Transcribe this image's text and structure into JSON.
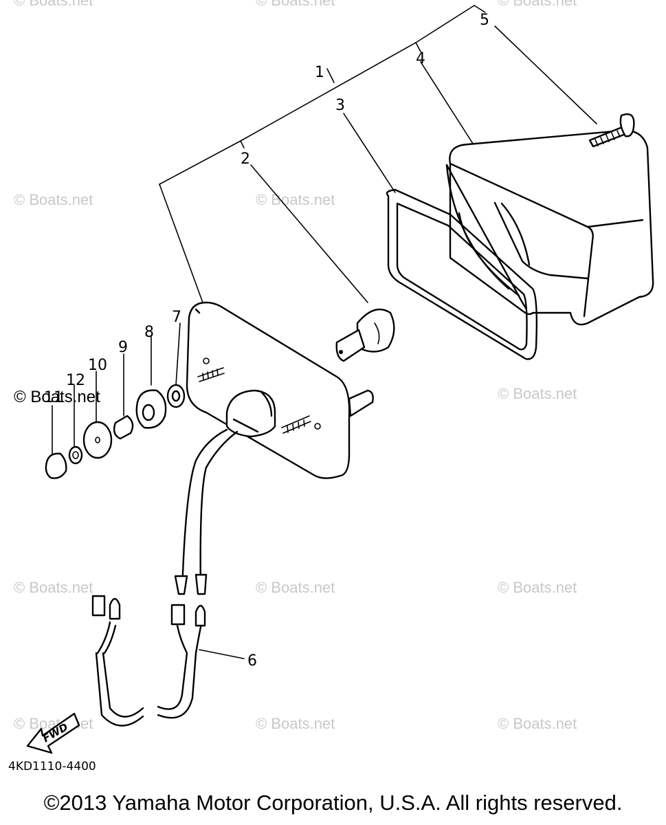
{
  "callouts": [
    {
      "id": "1",
      "label": "1"
    },
    {
      "id": "2",
      "label": "2"
    },
    {
      "id": "3",
      "label": "3"
    },
    {
      "id": "4",
      "label": "4"
    },
    {
      "id": "5",
      "label": "5"
    },
    {
      "id": "6",
      "label": "6"
    },
    {
      "id": "7",
      "label": "7"
    },
    {
      "id": "8",
      "label": "8"
    },
    {
      "id": "9",
      "label": "9"
    },
    {
      "id": "10",
      "label": "10"
    },
    {
      "id": "11",
      "label": "11"
    },
    {
      "id": "12",
      "label": "12"
    }
  ],
  "fwd_label": "FWD",
  "diagram_code": "4KD1110-4400",
  "watermark": "© Boats.net",
  "copyright": "©2013 Yamaha Motor Corporation, U.S.A. All rights reserved."
}
